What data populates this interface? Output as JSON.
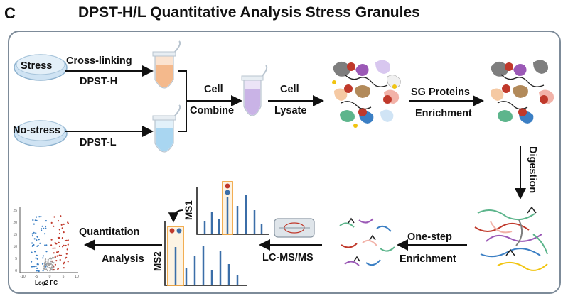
{
  "panel_letter": "C",
  "title": "DPST-H/L Quantitative Analysis Stress Granules",
  "conditions": {
    "stress": "Stress",
    "no_stress": "No-stress"
  },
  "steps": {
    "cross_linking": "Cross-linking",
    "dpst_h": "DPST-H",
    "dpst_l": "DPST-L",
    "cell_combine_1": "Cell",
    "cell_combine_2": "Combine",
    "cell_lysate_1": "Cell",
    "cell_lysate_2": "Lysate",
    "sg_proteins_1": "SG Proteins",
    "sg_proteins_2": "Enrichment",
    "digestion": "Digestion",
    "one_step_1": "One-step",
    "one_step_2": "Enrichment",
    "lcms": "LC-MS/MS",
    "quant_1": "Quantitation",
    "quant_2": "Analysis"
  },
  "spectra": {
    "ms1": "MS1",
    "ms2": "MS2"
  },
  "volcano": {
    "xlabel": "Log2 FC",
    "yticks": [
      "25",
      "20",
      "15",
      "10",
      "5",
      "0"
    ],
    "xticks": [
      "-10",
      "-5",
      "0",
      "5",
      "10"
    ]
  },
  "colors": {
    "tube_heavy": "#f4b98c",
    "tube_light": "#a9d6f1",
    "tube_mix": "#c9b3e6",
    "dish": "#cfe3f3",
    "up": "#c0392b",
    "down": "#3b7fc4",
    "frame": "#7d8b99",
    "highlight": "#f0a640"
  }
}
